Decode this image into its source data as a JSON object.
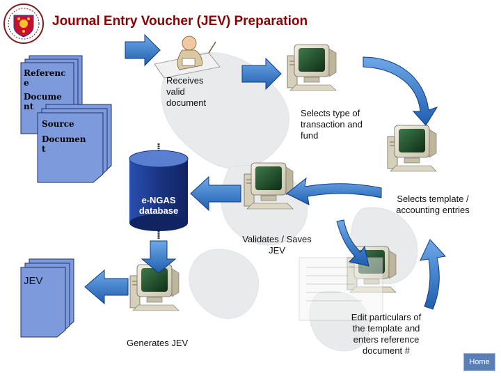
{
  "title": "Journal Entry Voucher (JEV) Preparation",
  "documents": {
    "reference": "Referenc e Docume nt",
    "reference_lines": [
      "Referenc",
      "e",
      "Docume",
      "nt"
    ],
    "source_lines": [
      "Source",
      "Documen",
      "t"
    ],
    "jev": "JEV"
  },
  "database": {
    "lines": [
      "e-NGAS",
      "database"
    ]
  },
  "steps": {
    "receives": [
      "Receives",
      "valid",
      "document"
    ],
    "selects_type": [
      "Selects type of",
      "transaction and",
      "fund"
    ],
    "selects_template": [
      "Selects template /",
      "accounting entries"
    ],
    "validates": [
      "Validates / Saves",
      "JEV"
    ],
    "edit": [
      "Edit particulars of",
      "the template and",
      "enters reference",
      "document #"
    ],
    "generates": "Generates JEV"
  },
  "home_label": "Home",
  "colors": {
    "title": "#8b0000",
    "doc_fill": "#7d9bdc",
    "db_fill": "#1f3f96",
    "arrow_fill": "#1f5fb0",
    "map_tint": "#e6e9ea"
  }
}
